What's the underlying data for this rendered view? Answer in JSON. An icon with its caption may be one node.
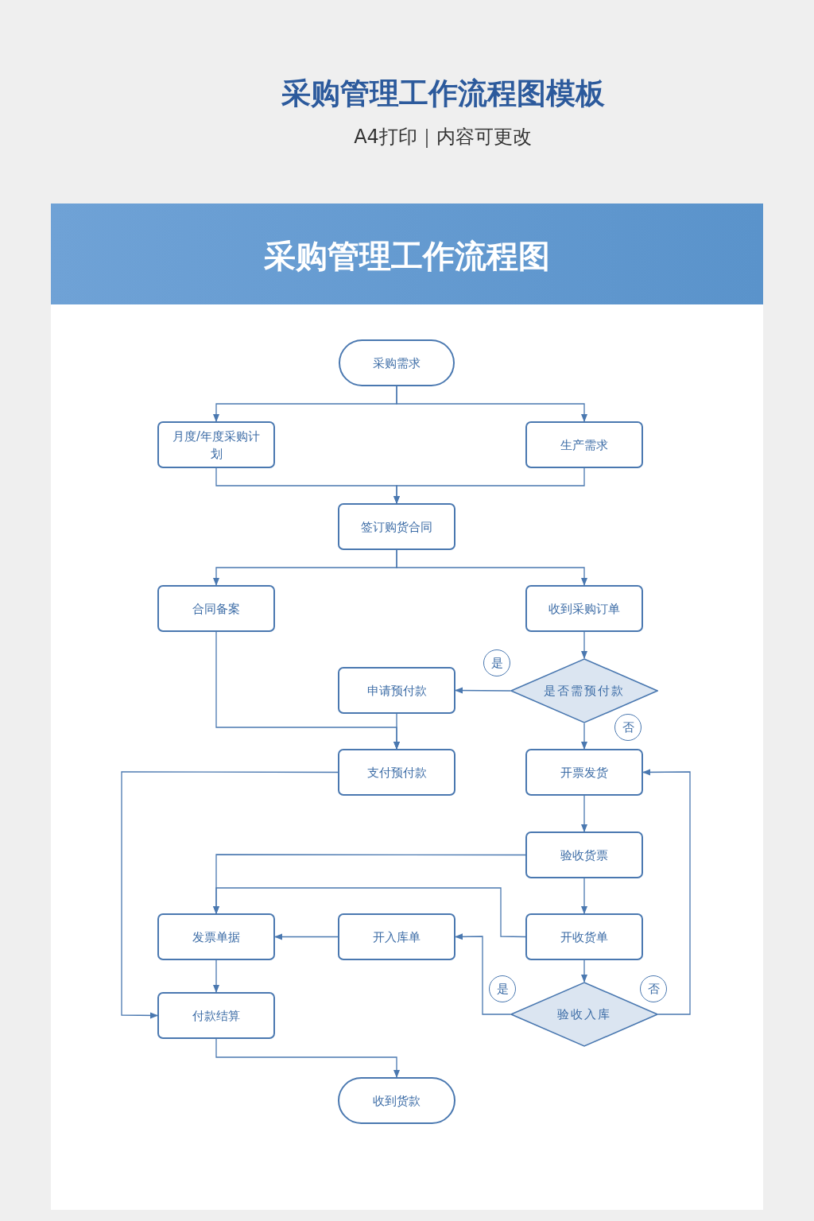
{
  "diagram": {
    "title": "采购管理工作流程图",
    "nodes": [
      {
        "text": [
          "采购需求"
        ]
      },
      {
        "text": [
          "月度/年度采购计划"
        ]
      },
      {
        "text": [
          "生产需求"
        ]
      },
      {
        "text": [
          "签订购货合同"
        ]
      },
      {
        "text": [
          "合同备案"
        ]
      },
      {
        "text": [
          "收到采购订单"
        ]
      },
      {
        "text": [
          "是否需预付款"
        ]
      },
      {
        "text": [
          "申请预付款"
        ]
      },
      {
        "text": [
          "支付预付款"
        ]
      },
      {
        "text": [
          "开票发货"
        ]
      },
      {
        "text": [
          "验收货票"
        ]
      },
      {
        "text": [
          "发票单据"
        ]
      },
      {
        "text": [
          "开入库单"
        ]
      },
      {
        "text": [
          "开收货单"
        ]
      },
      {
        "text": [
          "付款结算"
        ]
      },
      {
        "text": [
          "验收入库"
        ]
      },
      {
        "text": [
          "收到货款"
        ]
      }
    ],
    "edges": [
      {
        "from": 0,
        "to": 1,
        "arrow": "to"
      },
      {
        "from": 0,
        "to": 2,
        "arrow": "to"
      },
      {
        "from": 1,
        "to": 3,
        "arrow": "to"
      },
      {
        "from": 2,
        "to": 3,
        "arrow": "to"
      },
      {
        "from": 3,
        "to": 4,
        "arrow": "to"
      },
      {
        "from": 3,
        "to": 5,
        "arrow": "to"
      },
      {
        "from": 5,
        "to": 6,
        "arrow": "to"
      },
      {
        "from": 6,
        "to": 7,
        "arrow": "to",
        "label": "是"
      },
      {
        "from": 6,
        "to": 9,
        "arrow": "to",
        "label": "否"
      },
      {
        "from": 4,
        "to": 8,
        "arrow": "to"
      },
      {
        "from": 7,
        "to": 8,
        "arrow": "to"
      },
      {
        "from": 8,
        "to": 14,
        "arrow": "to"
      },
      {
        "from": 9,
        "to": 10,
        "arrow": "to"
      },
      {
        "from": 10,
        "to": 11,
        "arrow": "to"
      },
      {
        "from": 10,
        "to": 13,
        "arrow": "to"
      },
      {
        "from": 13,
        "to": 11,
        "arrow": "to"
      },
      {
        "from": 12,
        "to": 11,
        "arrow": "to"
      },
      {
        "from": 13,
        "to": 15,
        "arrow": "to"
      },
      {
        "from": 15,
        "to": 12,
        "arrow": "to",
        "label": "是"
      },
      {
        "from": 15,
        "to": 9,
        "arrow": "to",
        "label": "否"
      },
      {
        "from": 11,
        "to": 14,
        "arrow": "to"
      },
      {
        "from": 14,
        "to": 16,
        "arrow": "to"
      }
    ],
    "labels": [
      "采购管理工作流程图模板",
      "A4打印｜内容可更改"
    ]
  }
}
